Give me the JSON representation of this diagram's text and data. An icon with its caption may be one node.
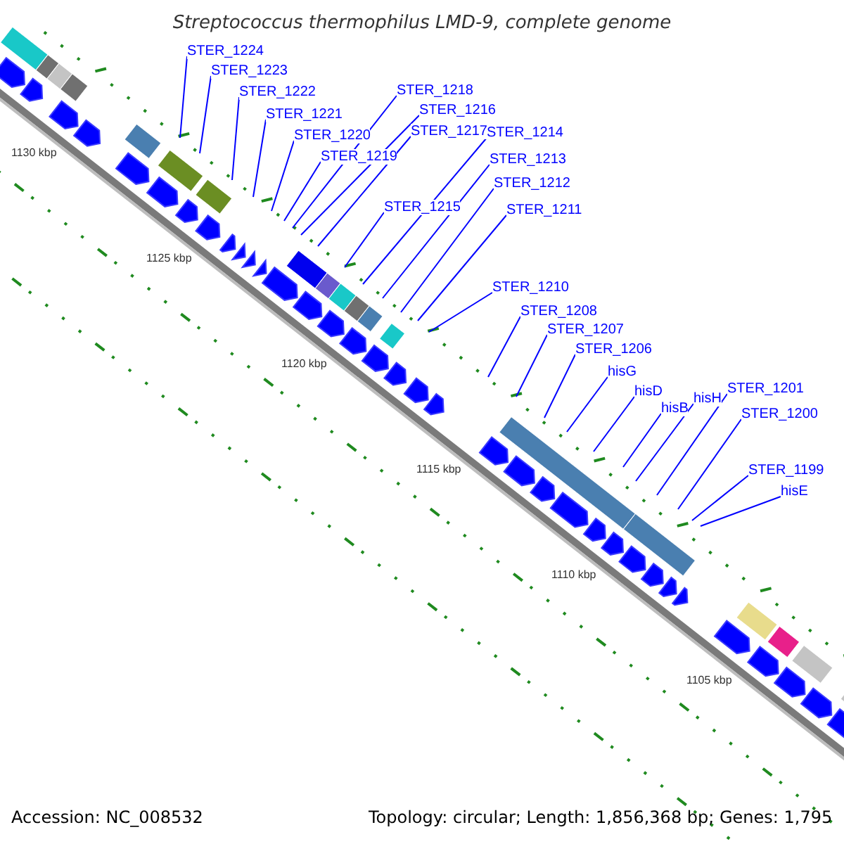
{
  "diagram": {
    "title": "Streptococcus thermophilus LMD-9, complete genome",
    "nodes": [
      {
        "text": [
          "STER_1224"
        ]
      },
      {
        "text": [
          "STER_1223"
        ]
      },
      {
        "text": [
          "STER_1222"
        ]
      },
      {
        "text": [
          "STER_1221"
        ]
      },
      {
        "text": [
          "STER_1220"
        ]
      },
      {
        "text": [
          "STER_1219"
        ]
      },
      {
        "text": [
          "STER_1218"
        ]
      },
      {
        "text": [
          "STER_1216"
        ]
      },
      {
        "text": [
          "STER_1217"
        ]
      },
      {
        "text": [
          "STER_1214"
        ]
      },
      {
        "text": [
          "STER_1213"
        ]
      },
      {
        "text": [
          "STER_1215"
        ]
      },
      {
        "text": [
          "STER_1212"
        ]
      },
      {
        "text": [
          "STER_1211"
        ]
      },
      {
        "text": [
          "STER_1210"
        ]
      },
      {
        "text": [
          "STER_1208"
        ]
      },
      {
        "text": [
          "STER_1207"
        ]
      },
      {
        "text": [
          "STER_1206"
        ]
      },
      {
        "text": [
          "hisG"
        ]
      },
      {
        "text": [
          "hisD"
        ]
      },
      {
        "text": [
          "hisB"
        ]
      },
      {
        "text": [
          "hisH"
        ]
      },
      {
        "text": [
          "STER_1201"
        ]
      },
      {
        "text": [
          "STER_1200"
        ]
      },
      {
        "text": [
          "STER_1199"
        ]
      },
      {
        "text": [
          "hisE"
        ]
      }
    ],
    "edges": [
      {
        "from": 0,
        "to": null,
        "arrow": "none"
      },
      {
        "from": 1,
        "to": null,
        "arrow": "none"
      },
      {
        "from": 2,
        "to": null,
        "arrow": "none"
      },
      {
        "from": 3,
        "to": null,
        "arrow": "none"
      },
      {
        "from": 4,
        "to": null,
        "arrow": "none"
      },
      {
        "from": 5,
        "to": null,
        "arrow": "none"
      },
      {
        "from": 6,
        "to": null,
        "arrow": "none"
      },
      {
        "from": 7,
        "to": null,
        "arrow": "none"
      },
      {
        "from": 8,
        "to": null,
        "arrow": "none"
      },
      {
        "from": 9,
        "to": null,
        "arrow": "none"
      },
      {
        "from": 10,
        "to": null,
        "arrow": "none"
      },
      {
        "from": 11,
        "to": null,
        "arrow": "none"
      },
      {
        "from": 12,
        "to": null,
        "arrow": "none"
      },
      {
        "from": 13,
        "to": null,
        "arrow": "none"
      },
      {
        "from": 14,
        "to": null,
        "arrow": "none"
      },
      {
        "from": 15,
        "to": null,
        "arrow": "none"
      },
      {
        "from": 16,
        "to": null,
        "arrow": "none"
      },
      {
        "from": 17,
        "to": null,
        "arrow": "none"
      },
      {
        "from": 18,
        "to": null,
        "arrow": "none"
      },
      {
        "from": 19,
        "to": null,
        "arrow": "none"
      },
      {
        "from": 20,
        "to": null,
        "arrow": "none"
      },
      {
        "from": 21,
        "to": null,
        "arrow": "none"
      },
      {
        "from": 22,
        "to": null,
        "arrow": "none"
      },
      {
        "from": 23,
        "to": null,
        "arrow": "none"
      },
      {
        "from": 24,
        "to": null,
        "arrow": "none"
      },
      {
        "from": 25,
        "to": null,
        "arrow": "none"
      }
    ],
    "labels": [
      "1130 kbp",
      "1125 kbp",
      "1120 kbp",
      "1115 kbp",
      "1110 kbp",
      "1105 kbp",
      "Accession: NC_008532",
      "Topology: circular; Length: 1,856,368 bp; Genes: 1,795"
    ]
  }
}
